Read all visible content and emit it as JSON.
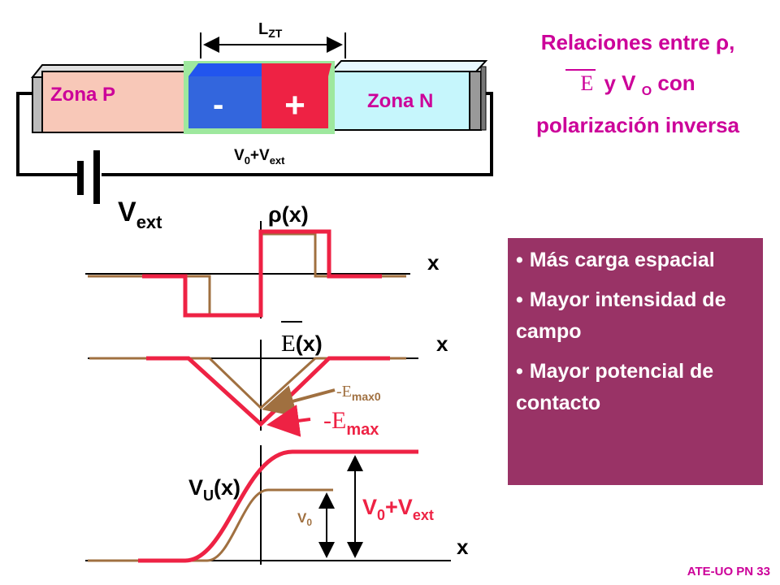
{
  "title": {
    "line1": "Relaciones entre ρ,",
    "line2_e": "E",
    "line2_rest": "y V",
    "line2_sub": "O",
    "line2_end": " con",
    "line3": "polarización inversa"
  },
  "junction": {
    "zona_p": "Zona P",
    "zona_n": "Zona N",
    "minus": "-",
    "plus": "+",
    "lzt_main": "L",
    "lzt_sub": "ZT",
    "v_label_a": "V",
    "v_label_a_sub": "0",
    "v_label_b": "+V",
    "v_label_b_sub": "ext"
  },
  "battery": {
    "label": "V",
    "label_sub": "ext"
  },
  "rho_plot": {
    "label": "ρ(x)",
    "x_label": "x"
  },
  "field_plot": {
    "label_e": "E",
    "label_rest": "(x)",
    "x_label": "x",
    "emax0_prefix": "-E",
    "emax0_sub": "max0",
    "emax_prefix": "-E",
    "emax_sub": "max"
  },
  "potential_plot": {
    "label": "V",
    "label_sub": "U",
    "label_end": "(x)",
    "x_label": "x",
    "v0": "V",
    "v0_sub": "0",
    "vtot_a": "V",
    "vtot_a_sub": "0",
    "vtot_b": "+V",
    "vtot_b_sub": "ext"
  },
  "bullets": [
    "Más carga espacial",
    "Mayor intensidad de campo",
    "Mayor potencial de contacto"
  ],
  "footer": "ATE-UO PN 33",
  "colors": {
    "title": "#cc0099",
    "red_curve": "#ee2244",
    "brown_curve": "#a07040",
    "panel": "#993366"
  }
}
